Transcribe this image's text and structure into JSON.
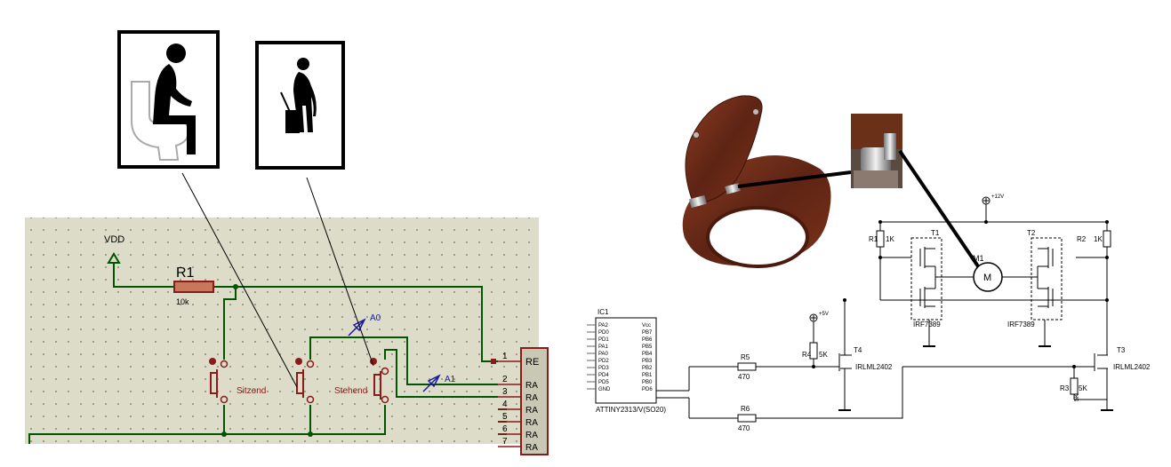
{
  "icons": {
    "sitting": "sitting-person-toilet-icon",
    "standing": "standing-person-urinal-icon"
  },
  "left_schematic": {
    "vdd_label": "VDD",
    "r1_label": "R1",
    "r1_value": "10k",
    "switch1_label": "Sitzend",
    "switch2_label": "Stehend",
    "probe_a0": "A0",
    "probe_a1": "A1",
    "chip_label": "RE",
    "pin_numbers": [
      "1",
      "2",
      "3",
      "4",
      "5",
      "6",
      "7"
    ],
    "pin_labels": [
      "RA",
      "RA",
      "RA",
      "RA",
      "RA",
      "RA"
    ]
  },
  "right_schematic": {
    "supply_12v": "+12V",
    "supply_5v": "+5V",
    "r1_label": "R1",
    "r1_value": "1K",
    "r2_label": "R2",
    "r2_value": "1K",
    "t1_label": "T1",
    "t2_label": "T2",
    "motor_label": "M",
    "motor_ref": "M1",
    "t1_part": "IRF7389",
    "t2_part": "IRF7389",
    "t4_label": "T4",
    "t4_part": "IRLML2402",
    "t3_label": "T3",
    "t3_part": "IRLML2402",
    "r4_label": "R4",
    "r4_value": "5K",
    "r3_label": "R3",
    "r3_value": "5K",
    "r5_label": "R5",
    "r5_value": "470",
    "r6_label": "R6",
    "r6_value": "470",
    "ic_label": "IC1",
    "ic_part": "ATTINY2313/V(SO20)",
    "ic_left_pins": [
      "PA2",
      "PD0",
      "PD1",
      "PA1",
      "PA0",
      "PD2",
      "PD3",
      "PD4",
      "PD5",
      "GND"
    ],
    "ic_right_pins": [
      "Vcc",
      "PB7",
      "PB6",
      "PB5",
      "PB4",
      "PB3",
      "PB2",
      "PB1",
      "PB0",
      "PD6"
    ]
  },
  "colors": {
    "wire_green": "#005500",
    "component_red": "#8b1a1a",
    "probe_blue": "#1a1aa0",
    "schematic_bg": "#dcdcc8",
    "seat_brown": "#6b2e1a"
  }
}
